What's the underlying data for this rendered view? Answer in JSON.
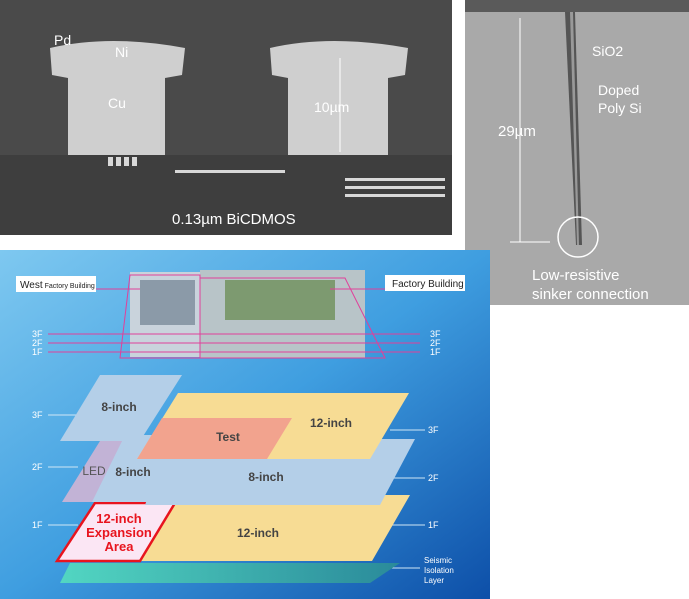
{
  "sem_left": {
    "labels": {
      "pd": "Pd",
      "ni": "Ni",
      "cu": "Cu",
      "height": "10µm"
    },
    "caption": "0.13µm BiCDMOS"
  },
  "sem_right": {
    "labels": {
      "sio2": "SiO2",
      "doped1": "Doped",
      "doped2": "Poly Si",
      "depth": "29µm",
      "sinker1": "Low-resistive",
      "sinker2": "sinker connection"
    }
  },
  "factory": {
    "west_building": {
      "main": "West",
      "sub": "Factory Building"
    },
    "factory_building": "Factory Building",
    "floors": [
      "3F",
      "2F",
      "1F"
    ],
    "areas": {
      "west_3f": "8-inch",
      "main_3f": "12-inch",
      "test": "Test",
      "led": "LED",
      "west_2f": "8-inch",
      "main_2f": "8-inch",
      "expansion1": "12-inch",
      "expansion2": "Expansion",
      "expansion3": "Area",
      "main_1f": "12-inch"
    },
    "seismic": [
      "Seismic",
      "Isolation",
      "Layer"
    ],
    "colors": {
      "yellow": "#f7dc94",
      "blue": "#b4cfe8",
      "test": "#f2a38e",
      "led": "#c2b3d6",
      "expansion_border": "#e8141e",
      "seismic": "#3fb8a8"
    }
  }
}
